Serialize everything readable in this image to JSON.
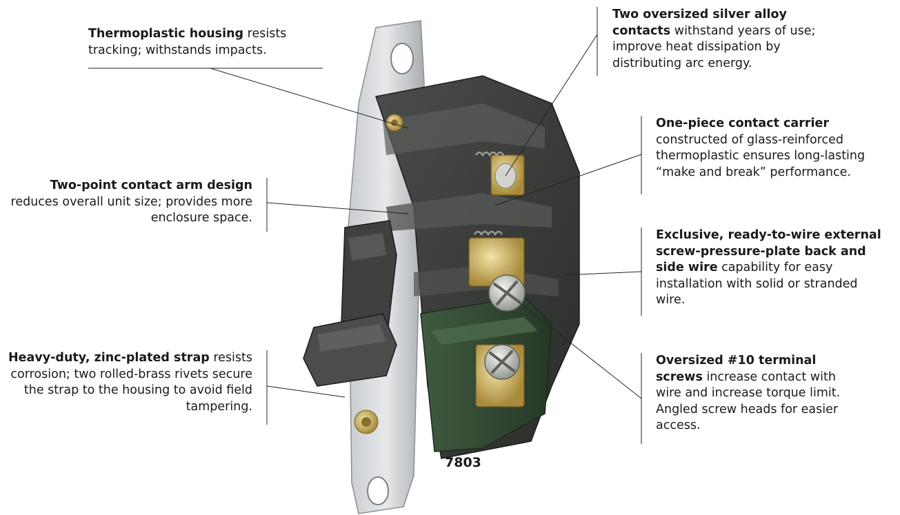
{
  "product": {
    "model": "7803"
  },
  "callouts": [
    {
      "id": "housing",
      "bold": "Thermoplastic housing",
      "text": " resists tracking; withstands impacts."
    },
    {
      "id": "silver-contacts",
      "bold": "Two oversized silver alloy contacts",
      "text": " withstand years of use; improve heat dissipation by distributing arc energy."
    },
    {
      "id": "contact-carrier",
      "bold": "One-piece contact carrier",
      "text": " constructed of glass-reinforced thermoplastic ensures long-lasting “make and break” performance."
    },
    {
      "id": "contact-arm",
      "bold": "Two-point contact arm design",
      "text": " reduces overall unit size; provides more enclosure space."
    },
    {
      "id": "pressure-plate",
      "bold": "Exclusive, ready-to-wire external screw-pressure-plate back and side wire",
      "text": " capability for easy installation with solid or stranded wire."
    },
    {
      "id": "strap",
      "bold": "Heavy-duty, zinc-plated strap",
      "text": " resists corrosion; two rolled-brass rivets secure the strap to the housing to avoid field tampering."
    },
    {
      "id": "terminal-screws",
      "bold": "Oversized #10 terminal screws",
      "text": " increase contact with wire and increase torque limit. Angled screw heads for easier access."
    }
  ]
}
